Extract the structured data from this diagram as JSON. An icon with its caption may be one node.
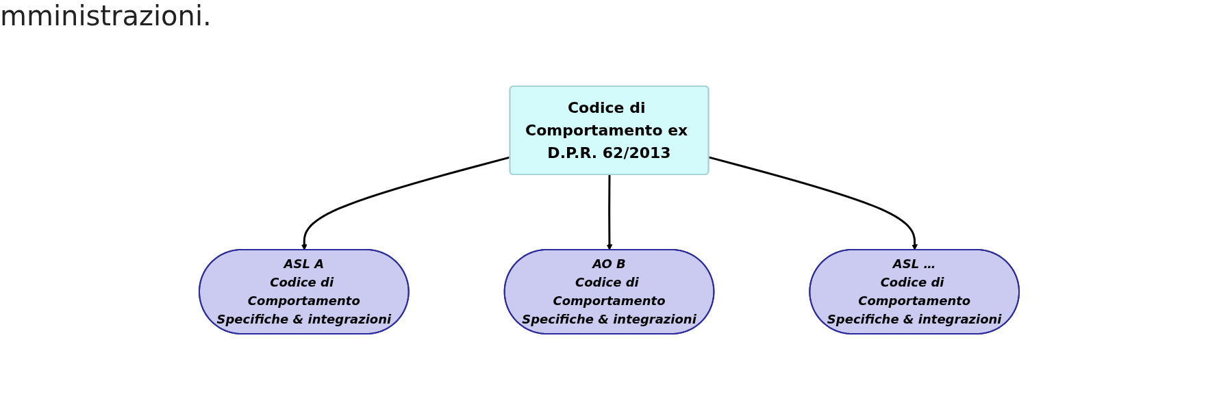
{
  "diagram": {
    "nodes": [
      {
        "text": [
          "Codice di Comportamento ex D.P.R. 62/2013"
        ]
      },
      {
        "text": [
          "ASL A",
          "Codice di Comportamento",
          "Specifiche & integrazioni"
        ]
      },
      {
        "text": [
          "AO B",
          "Codice di Comportamento",
          "Specifiche & integrazioni"
        ]
      },
      {
        "text": [
          "ASL …",
          "Codice di Comportamento",
          "Specifiche & integrazioni"
        ]
      }
    ],
    "edges": [
      {
        "from": 0,
        "to": 1,
        "arrow": "to"
      },
      {
        "from": 0,
        "to": 2,
        "arrow": "to"
      },
      {
        "from": 0,
        "to": 3,
        "arrow": "to"
      }
    ],
    "labels": [
      "mministrazioni."
    ]
  }
}
